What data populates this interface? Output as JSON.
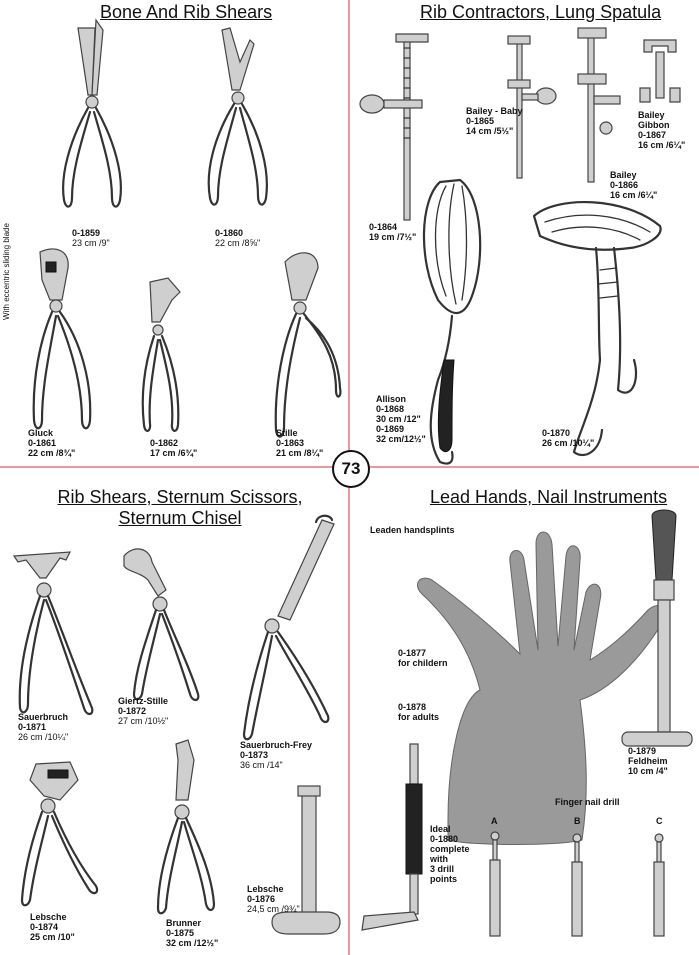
{
  "page_number": "73",
  "sections": {
    "bone_rib_shears": {
      "title": "Bone And Rib Shears",
      "side_note": "With eccentric sliding blade",
      "items": [
        {
          "code": "0-1859",
          "size": "23 cm /9\""
        },
        {
          "code": "0-1860",
          "size": "22 cm /8⅝\""
        },
        {
          "name": "Gluck",
          "code": "0-1861",
          "size": "22 cm /8¾\""
        },
        {
          "code": "0-1862",
          "size": "17 cm /6¾\""
        },
        {
          "name": "Stille",
          "code": "0-1863",
          "size": "21 cm /8¼\""
        }
      ]
    },
    "rib_contractors": {
      "title": "Rib Contractors, Lung Spatula",
      "items": [
        {
          "code": "0-1864",
          "size": "19 cm /7½\""
        },
        {
          "name": "Bailey - Baby",
          "code": "0-1865",
          "size": "14 cm /5½\""
        },
        {
          "name": "Bailey",
          "code": "0-1866",
          "size": "16 cm /6¼\""
        },
        {
          "name": "Bailey",
          "name2": "Gibbon",
          "code": "0-1867",
          "size": "16 cm /6¼\""
        },
        {
          "name": "Allison",
          "code": "0-1868",
          "size": "30 cm /12\"",
          "code2": "0-1869",
          "size2": "32 cm/12½\""
        },
        {
          "code": "0-1870",
          "size": "26 cm /10¼\""
        }
      ]
    },
    "rib_shears_sternum": {
      "title_line1": "Rib Shears, Sternum Scissors,",
      "title_line2": "Sternum Chisel",
      "items": [
        {
          "name": "Sauerbruch",
          "code": "0-1871",
          "size": "26 cm /10¼\""
        },
        {
          "name": "Giertz-Stille",
          "code": "0-1872",
          "size": "27 cm /10½\""
        },
        {
          "name": "Sauerbruch-Frey",
          "code": "0-1873",
          "size": "36 cm /14\""
        },
        {
          "name": "Lebsche",
          "code": "0-1874",
          "size": "25 cm /10\""
        },
        {
          "name": "Brunner",
          "code": "0-1875",
          "size": "32 cm /12½\""
        },
        {
          "name": "Lebsche",
          "code": "0-1876",
          "size": "24,5 cm /9¾\""
        }
      ]
    },
    "lead_hands": {
      "title": "Lead Hands, Nail Instruments",
      "leaden_label": "Leaden handsplints",
      "items": [
        {
          "code": "0-1877",
          "desc": "for childern"
        },
        {
          "code": "0-1878",
          "desc": "for adults"
        },
        {
          "code": "0-1879",
          "name": "Feldheim",
          "size": "10 cm /4\""
        },
        {
          "name": "Ideal",
          "code": "0-1880",
          "desc1": "complete",
          "desc2": "with",
          "desc3": "3 drill",
          "desc4": "points"
        }
      ],
      "drill_label": "Finger nail drill",
      "drill_points": [
        "A",
        "B",
        "C"
      ]
    }
  }
}
